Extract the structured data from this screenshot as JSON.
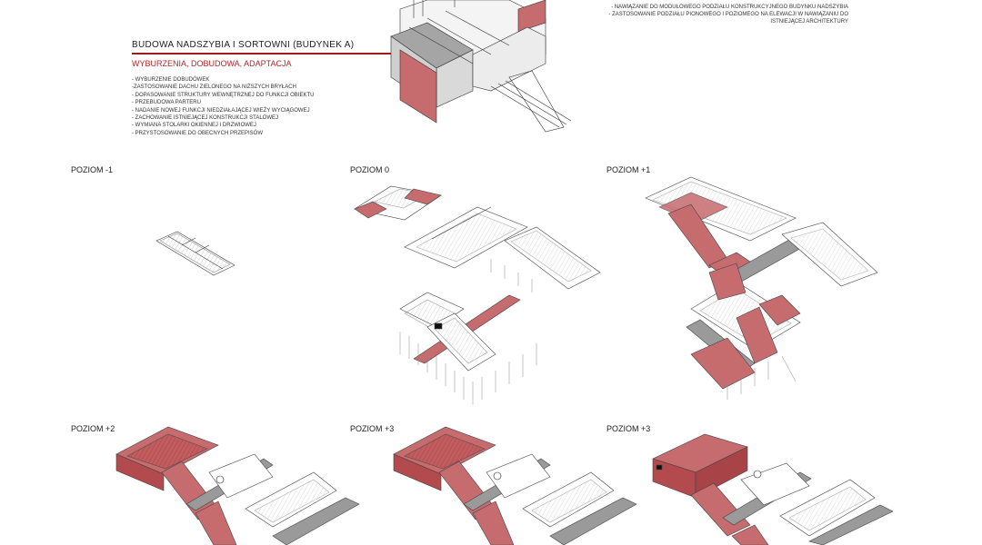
{
  "header": {
    "title": "BUDOWA NADSZYBIA I SORTOWNI (BUDYNEK A)",
    "subtitle": "WYBURZENIA, DOBUDOWA, ADAPTACJA",
    "bullets": [
      "- WYBURZENIE DOBUDÓWEK",
      "-ZASTOSOWANIE DACHU ZIELONEGO NA NIŻSZYCH BRYŁACH",
      "- DOPASOWANIE STRUKTURY WEWNĘTRZNEJ DO FUNKCJI OBIEKTU",
      "- PRZEBUDOWA PARTERU",
      "- NADANIE NOWEJ FUNKCJI NIEDZIAŁAJĄCEJ WIEŻY WYCIĄGOWEJ",
      "- ZACHOWANIE ISTNIEJĄCEJ KONSTRUKCJI STALOWEJ",
      "- WYMIANA STOLARKI OKIENNEJ I DRZWIOWEJ",
      "- PRZYSTOSOWANIE DO OBECNYCH PRZEPISÓW"
    ]
  },
  "right_notes": [
    "- NAWIĄZANIE DO MODUŁOWEGO PODZIAŁU KONSTRUKCYJNEGO BUDYNKU NADSZYBIA",
    "- ZASTOSOWANIE PODZIAŁU PIONOWEGO I POZIOMEGO NA ELEWACJI W NAWIĄZANIU DO ISTNIEJĄCEJ ARCHITEKTURY"
  ],
  "levels": [
    {
      "label": "POZIOM -1"
    },
    {
      "label": "POZIOM 0"
    },
    {
      "label": "POZIOM +1"
    },
    {
      "label": "POZIOM +2"
    },
    {
      "label": "POZIOM +3"
    },
    {
      "label": "POZIOM +3"
    }
  ],
  "colors": {
    "accent": "#b0272b",
    "accent_fill": "#c0595c",
    "highlight_fill": "#d48a8c",
    "mass_gray": "#9a9a9a",
    "line": "#444444"
  }
}
